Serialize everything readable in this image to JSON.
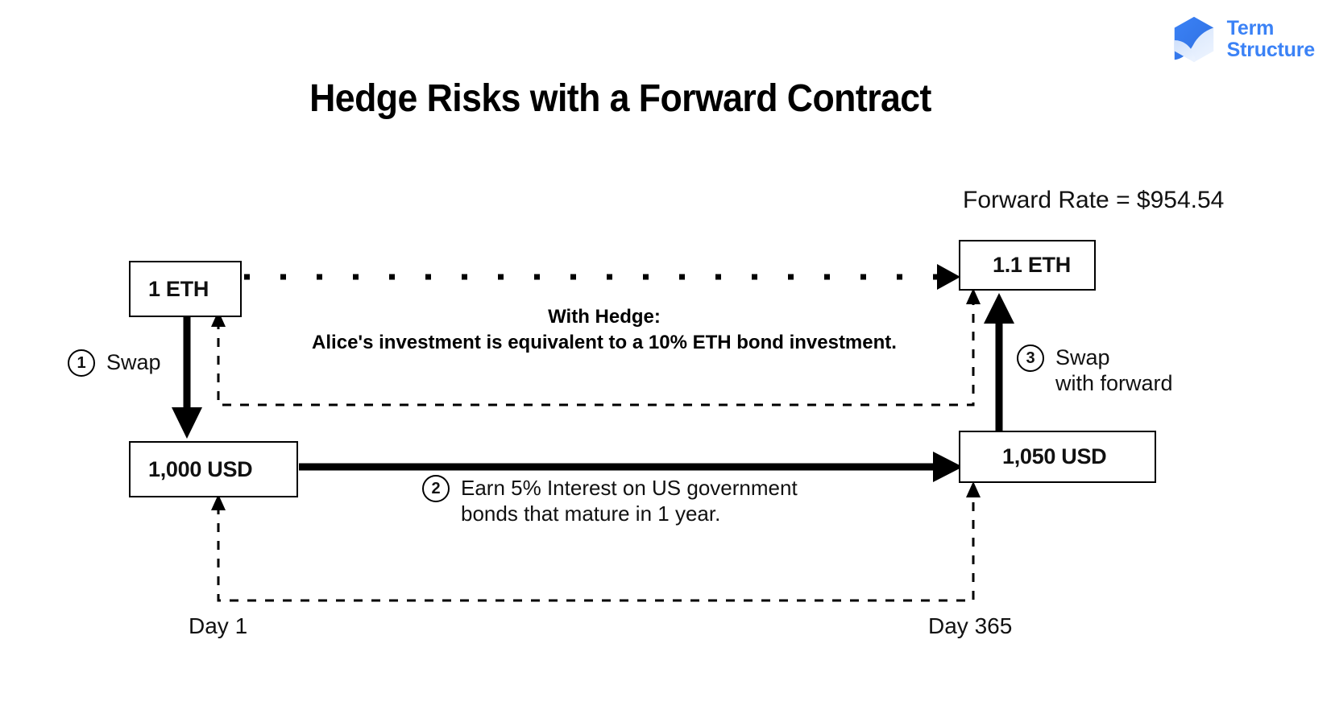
{
  "brand": {
    "name_line1": "Term",
    "name_line2": "Structure",
    "logo_icon": "hexagon-swoosh-logo",
    "color": "#3b82f6"
  },
  "title": "Hedge Risks with a Forward Contract",
  "annotations": {
    "forward_rate": "Forward Rate = $954.54",
    "hedge_note_line1": "With Hedge:",
    "hedge_note_line2": "Alice's investment is equivalent to a 10% ETH bond investment."
  },
  "nodes": {
    "eth_start": "1 ETH",
    "eth_end": "1.1 ETH",
    "usd_start": "1,000 USD",
    "usd_end": "1,050 USD"
  },
  "steps": [
    {
      "number": "1",
      "label": "Swap"
    },
    {
      "number": "2",
      "label": "Earn 5% Interest on US government\nbonds that mature in 1 year."
    },
    {
      "number": "3",
      "label": "Swap\nwith forward"
    }
  ],
  "timeline": {
    "start": "Day 1",
    "end": "Day 365"
  },
  "colors": {
    "stroke": "#000000",
    "background": "#ffffff",
    "brand_blue": "#3b82f6"
  }
}
